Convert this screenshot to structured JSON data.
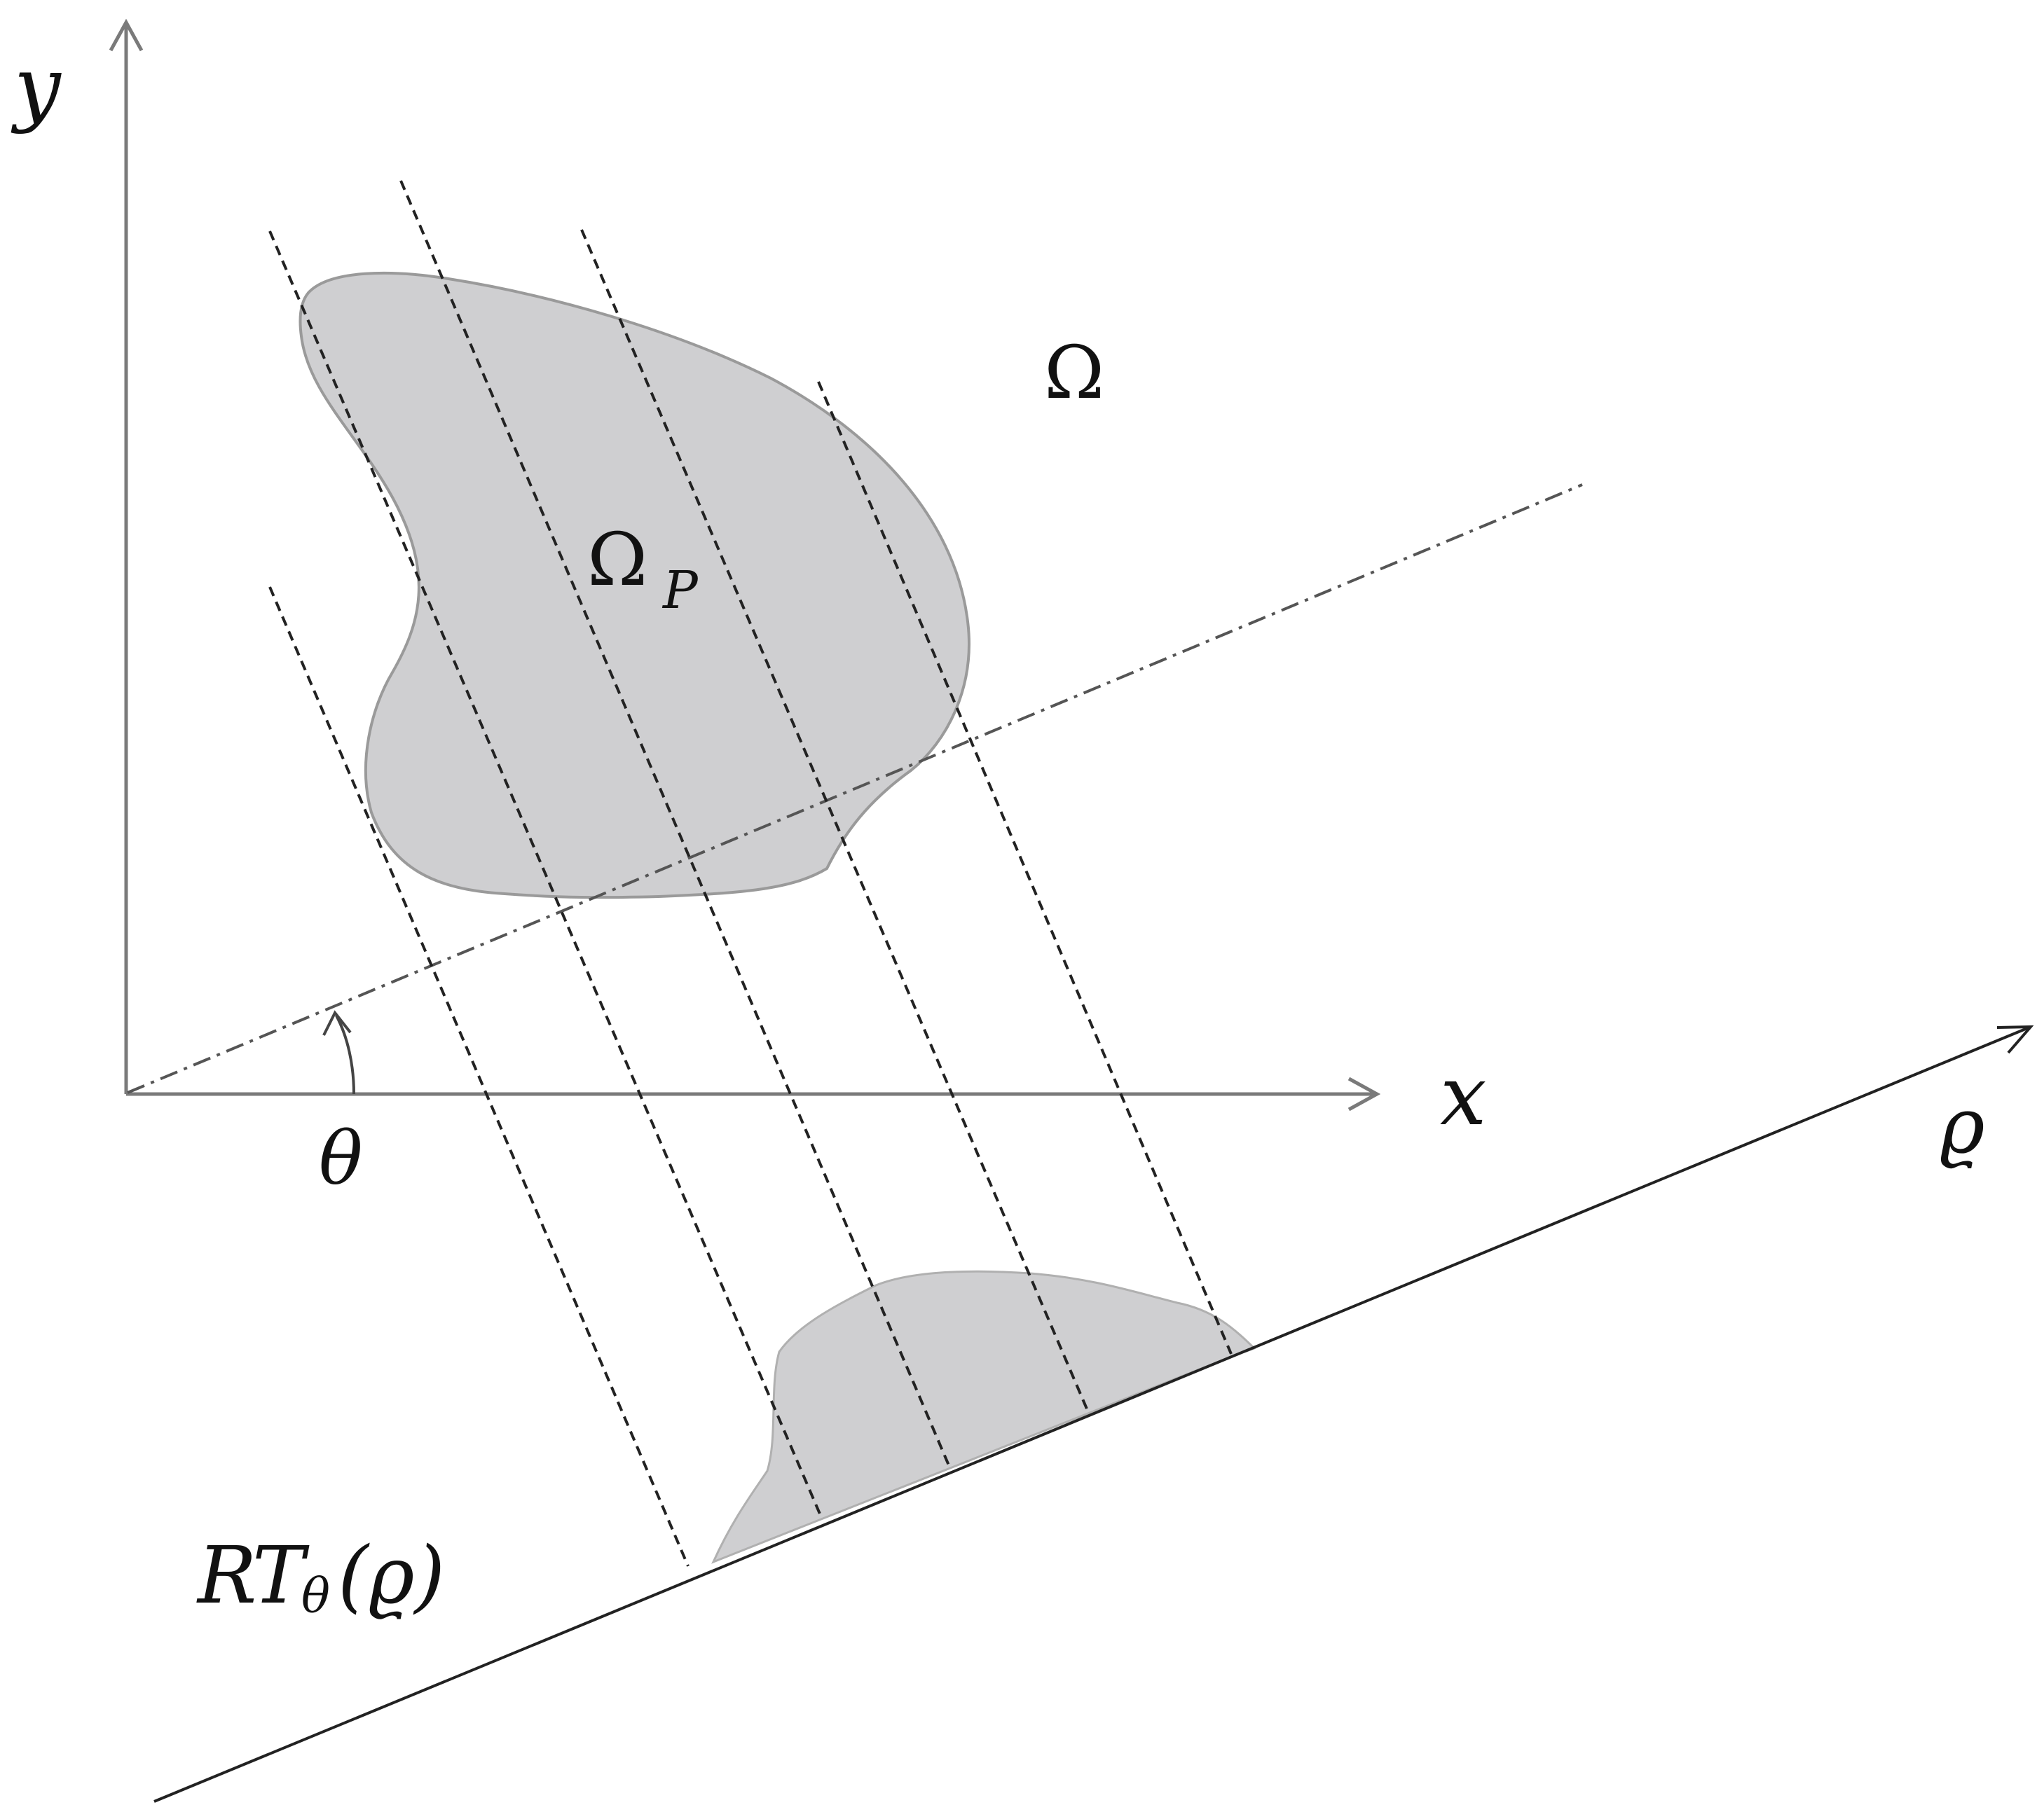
{
  "labels": {
    "y_axis": "y",
    "x_axis": "x",
    "theta": "θ",
    "rho_axis": "ϱ",
    "omega": "Ω",
    "omega_p_main": "Ω",
    "omega_p_sub": "P",
    "radon_R": "R",
    "radon_T": "T",
    "radon_sub": "θ",
    "radon_arg": "(ϱ)"
  },
  "colors": {
    "axis": "#7a7a7a",
    "region_fill": "#cfcfd1",
    "region_stroke": "#9a9a9a",
    "dashed_line": "#222222",
    "rho_line": "#222222",
    "text": "#111111"
  }
}
